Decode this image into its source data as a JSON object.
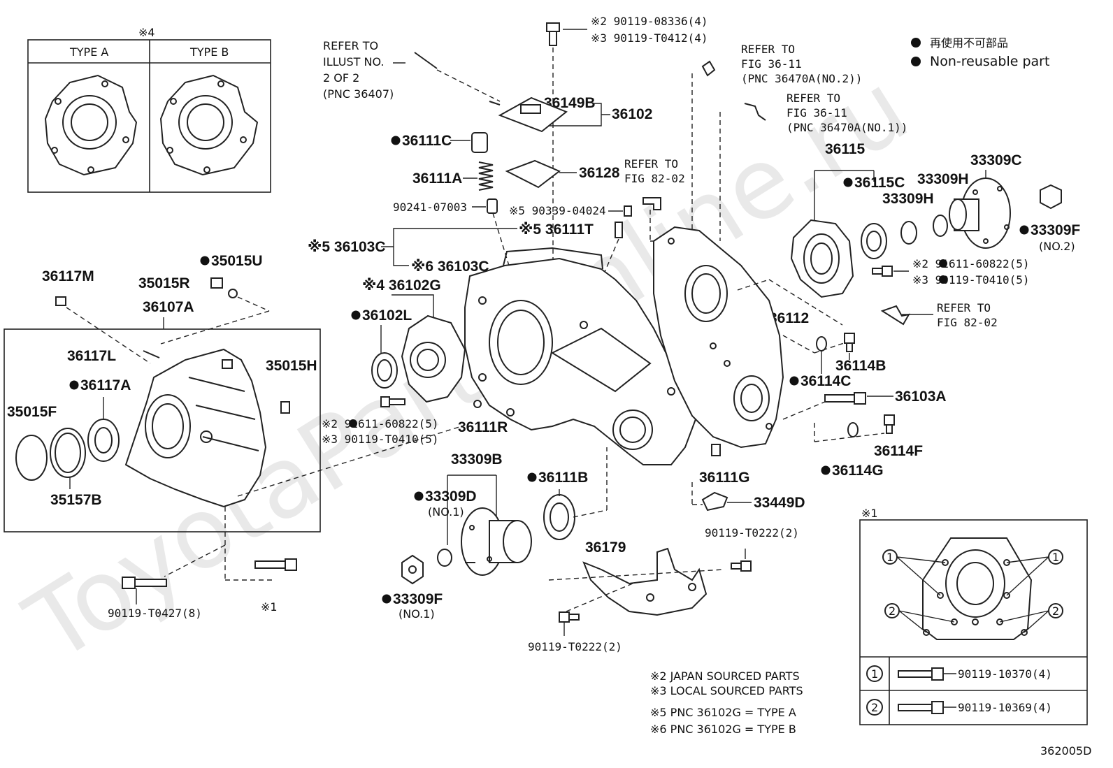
{
  "watermark": "ToyotaPartsOnline.ru",
  "legend": {
    "non_reusable_jp": "再使用不可部品",
    "non_reusable_en": "Non-reusable part"
  },
  "inset_type": {
    "mark": "※4",
    "type_a": "TYPE A",
    "type_b": "TYPE B"
  },
  "refs": {
    "illust": [
      "REFER TO",
      "ILLUST NO.",
      "2 OF 2",
      "(PNC 36407)"
    ],
    "fig36_no2": [
      "REFER TO",
      "FIG 36-11",
      "(PNC 36470A(NO.2))"
    ],
    "fig36_no1": [
      "REFER TO",
      "FIG 36-11",
      "(PNC 36470A(NO.1))"
    ],
    "fig82_top": [
      "REFER TO",
      "FIG 82-02"
    ],
    "fig82_right": [
      "REFER TO",
      "FIG 82-02"
    ]
  },
  "labels": {
    "l_90119_08336": "※2 90119-08336(4)",
    "l_90119_T0412": "※3 90119-T0412(4)",
    "l_36149B": "36149B",
    "l_36102": "36102",
    "l_36111C": "36111C",
    "l_36111A": "36111A",
    "l_36128": "36128",
    "l_90241": "90241-07003",
    "l_90339": "※5 90339-04024",
    "l_36111T": "※5 36111T",
    "l_36103C_5": "※5 36103C",
    "l_36103C_6": "※6 36103C",
    "l_36102G": "※4 36102G",
    "l_36102L": "36102L",
    "l_36117M": "36117M",
    "l_35015R": "35015R",
    "l_35015U": "35015U",
    "l_36107A": "36107A",
    "l_36117L": "36117L",
    "l_35015H": "35015H",
    "l_36117A": "36117A",
    "l_35015F": "35015F",
    "l_35157B": "35157B",
    "l_91611_left": "※2 91611-60822(5)",
    "l_90119_T0410_left": "※3 90119-T0410(5)",
    "l_36111R": "36111R",
    "l_33309B": "33309B",
    "l_33309D": "33309D",
    "l_no1_a": "(NO.1)",
    "l_36111B": "36111B",
    "l_33309F_bottom": "33309F",
    "l_no1_b": "(NO.1)",
    "l_90119_T0427": "90119-T0427(8)",
    "l_x1_bottom": "※1",
    "l_36179": "36179",
    "l_90119_T0222_a": "90119-T0222(2)",
    "l_90119_T0222_b": "90119-T0222(2)",
    "l_36111G": "36111G",
    "l_33449D": "33449D",
    "l_36112": "36112",
    "l_36115": "36115",
    "l_36115C": "36115C",
    "l_33309H_a": "33309H",
    "l_33309H_b": "33309H",
    "l_33309C": "33309C",
    "l_33309F_right": "33309F",
    "l_no2": "(NO.2)",
    "l_91611_right": "※2 91611-60822(5)",
    "l_90119_T0410_right": "※3 90119-T0410(5)",
    "l_36114C": "36114C",
    "l_36114B": "36114B",
    "l_36103A": "36103A",
    "l_36114F": "36114F",
    "l_36114G": "36114G"
  },
  "inset_bolts": {
    "mark": "※1",
    "callout_1": "1",
    "callout_2": "2",
    "row1_part": "90119-10370(4)",
    "row2_part": "90119-10369(4)"
  },
  "notes": [
    "※2 JAPAN SOURCED PARTS",
    "※3 LOCAL SOURCED PARTS",
    "※5 PNC 36102G = TYPE A",
    "※6 PNC 36102G = TYPE B"
  ],
  "figure_code": "362005D"
}
